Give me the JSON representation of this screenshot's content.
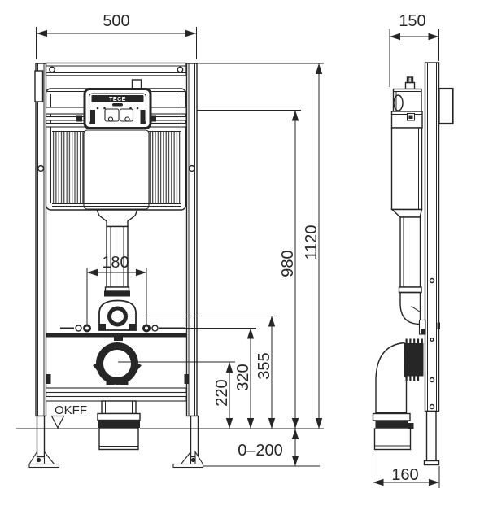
{
  "colors": {
    "background": "#ffffff",
    "line": "#262626"
  },
  "front_view": {
    "dim_width": "500",
    "dim_pipe_spacing": "180",
    "dim_height_total": "1120",
    "dim_height_actuation": "980",
    "dim_height_flush_bend": "355",
    "dim_height_water_supply": "320",
    "dim_height_drain": "220",
    "dim_foot_adjustment": "0–200",
    "floor_level_label": "OKFF",
    "flush_plate_logo": "TECE"
  },
  "side_view": {
    "dim_depth": "150",
    "dim_drain_offset": "160"
  }
}
